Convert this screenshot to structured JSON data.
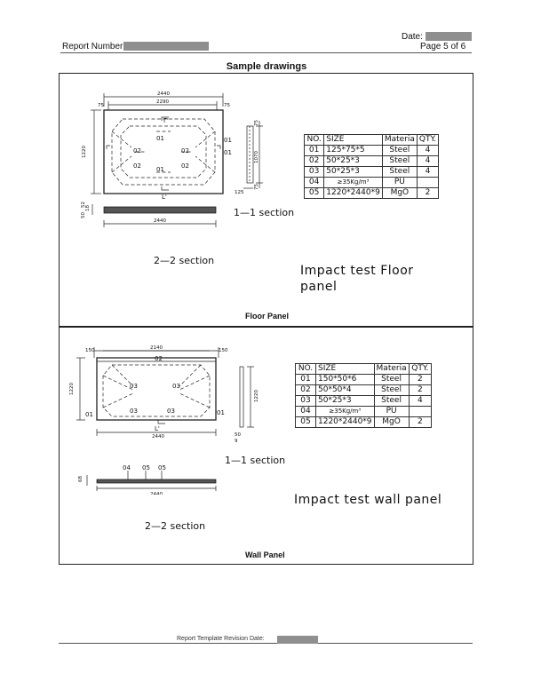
{
  "header": {
    "report_number_label": "Report Number",
    "date_label": "Date:",
    "page_label": "Page 5 of 6"
  },
  "section_title": "Sample drawings",
  "floor": {
    "caption": "Floor Panel",
    "dims": {
      "overall": "2440",
      "inner": "2290",
      "edge_left": "75",
      "edge_right": "75",
      "height": "1220",
      "side_top": "75",
      "side_mid": "1070",
      "side_bottom": "75",
      "side_width": "125",
      "sec2_h1": "52",
      "sec2_h2": "18",
      "sec2_h3": "50",
      "sec2_length": "2440"
    },
    "labels": [
      "01",
      "01",
      "02",
      "02",
      "02",
      "02",
      "01",
      "01"
    ],
    "section_mark_top": "Γ'",
    "section_mark_bottom": "L'",
    "section_1": "1—1  section",
    "section_2": "2—2  section",
    "impact_title_1": "Impact  test  Floor",
    "impact_title_2": "panel",
    "table": {
      "headers": [
        "NO.",
        "SIZE",
        "Materia",
        "QTY."
      ],
      "rows": [
        [
          "01",
          "125*75*5",
          "Steel",
          "4"
        ],
        [
          "02",
          "50*25*3",
          "Steel",
          "4"
        ],
        [
          "03",
          "50*25*3",
          "Steel",
          "4"
        ],
        [
          "04",
          "≥35Kg/m³",
          "PU",
          ""
        ],
        [
          "05",
          "1220*2440*9",
          "MgO",
          "2"
        ]
      ]
    }
  },
  "wall": {
    "caption": "Wall Panel",
    "dims": {
      "overall": "2440",
      "inner": "2140",
      "edge_left": "150",
      "edge_right": "150",
      "height": "1220",
      "side_height": "1220",
      "side_w": "50",
      "side_t": "9",
      "sec2_h": "68",
      "sec2_length": "2440"
    },
    "labels": [
      "02",
      "03",
      "03",
      "03",
      "03",
      "01",
      "01"
    ],
    "sec2_labels": [
      "04",
      "05",
      "05"
    ],
    "section_mark_bottom": "L'",
    "section_1": "1—1  section",
    "section_2": "2—2  section",
    "impact_title": "Impact  test  wall  panel",
    "table": {
      "headers": [
        "NO.",
        "SIZE",
        "Materia",
        "QTY."
      ],
      "rows": [
        [
          "01",
          "150*50*6",
          "Steel",
          "2"
        ],
        [
          "02",
          "50*50*4",
          "Steel",
          "2"
        ],
        [
          "03",
          "50*25*3",
          "Steel",
          "4"
        ],
        [
          "04",
          "≥35Kg/m³",
          "PU",
          ""
        ],
        [
          "05",
          "1220*2440*9",
          "MgO",
          "2"
        ]
      ]
    }
  },
  "footer": {
    "revision_label": "Report Template Revision Date:"
  }
}
